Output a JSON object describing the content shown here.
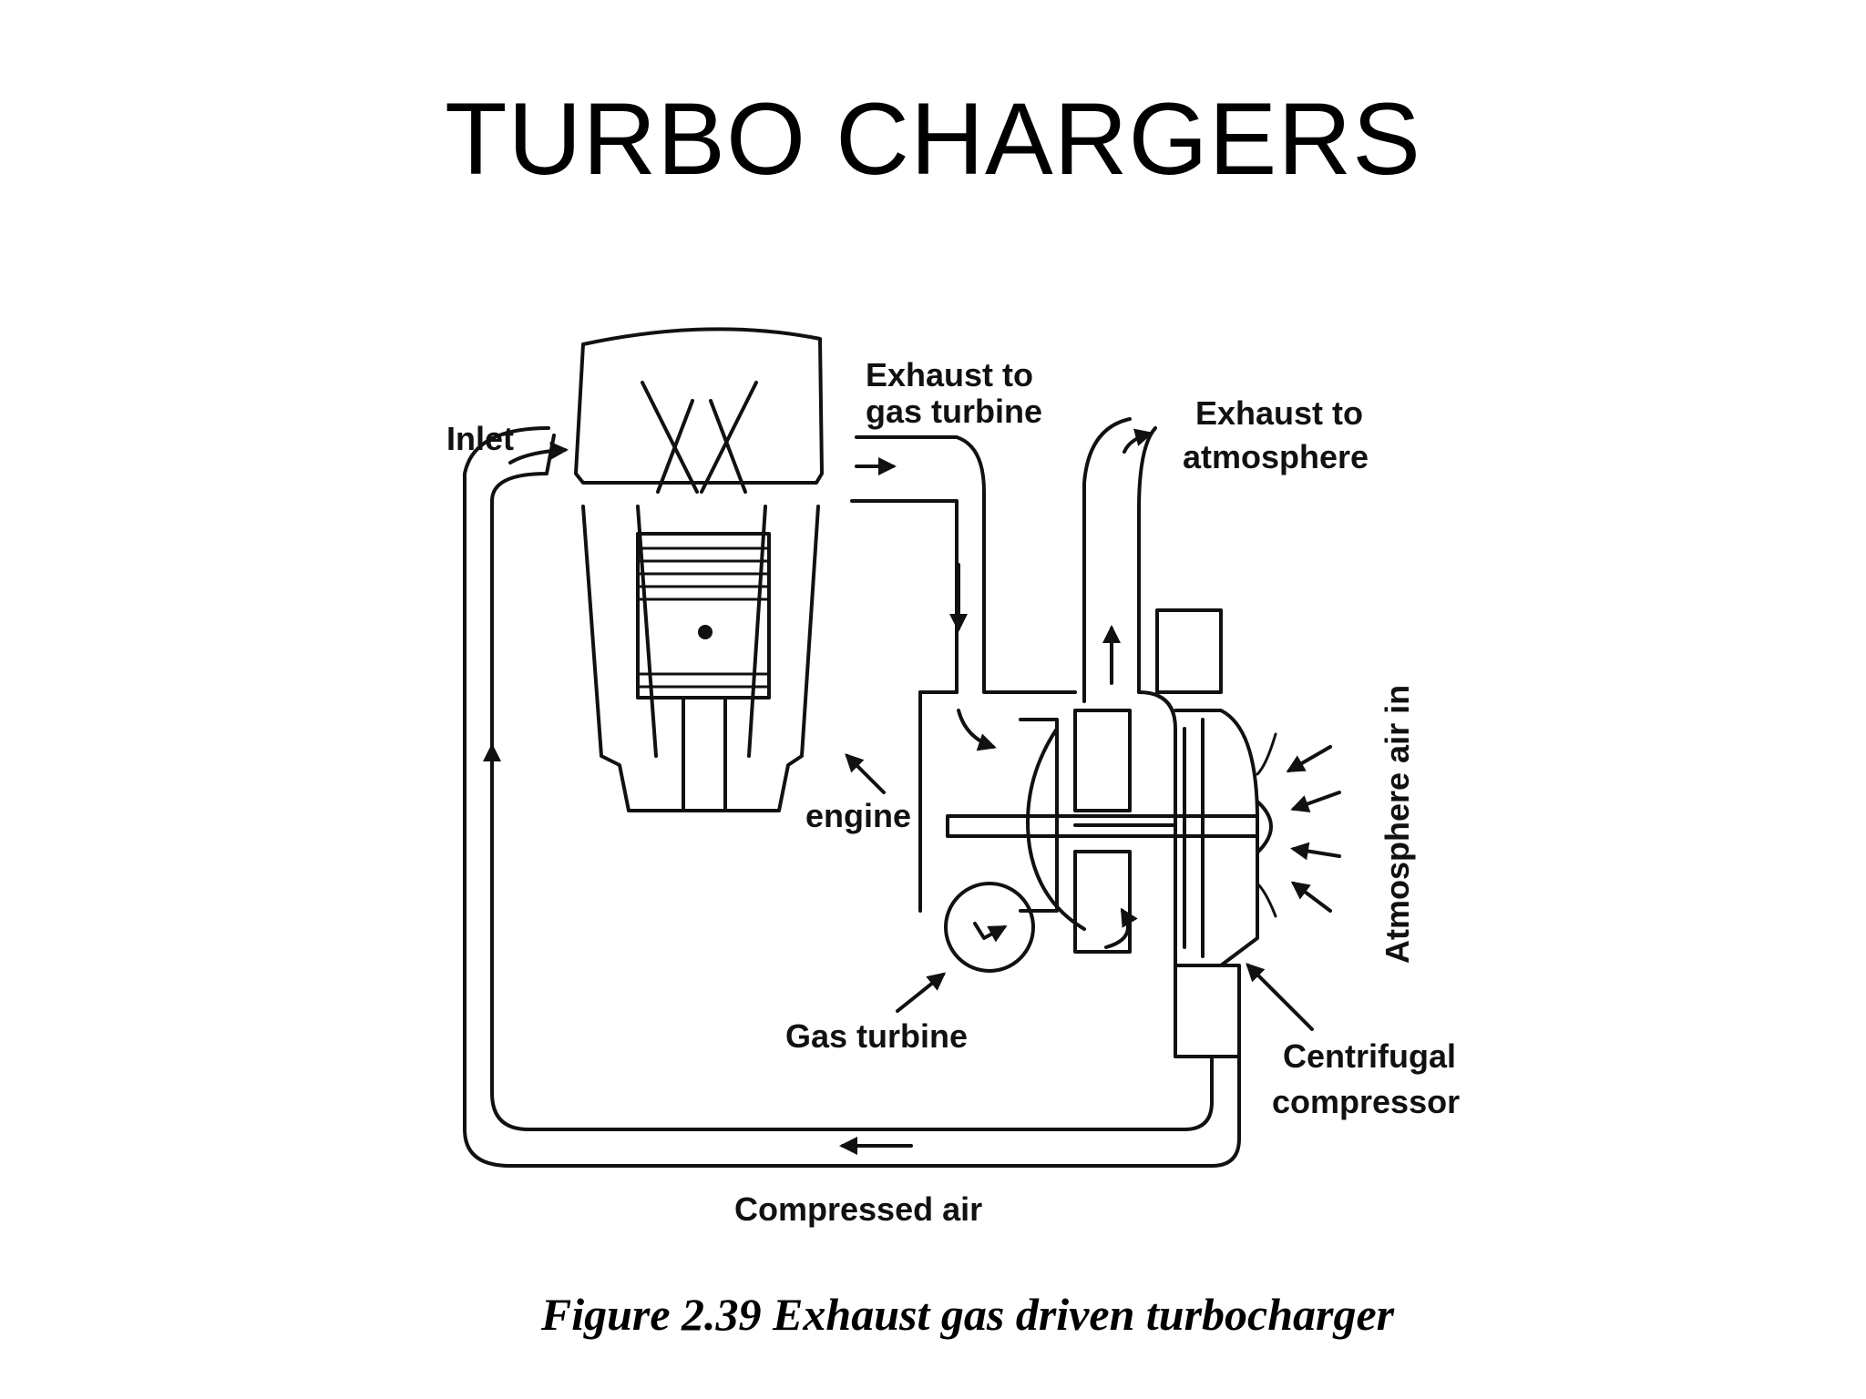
{
  "slide": {
    "title": "TURBO CHARGERS"
  },
  "diagram": {
    "labels": {
      "inlet": "Inlet",
      "exhaust_to_gas_turbine_line1": "Exhaust to",
      "exhaust_to_gas_turbine_line2": "gas turbine",
      "exhaust_to_atmosphere_line1": "Exhaust to",
      "exhaust_to_atmosphere_line2": "atmosphere",
      "atmosphere_air_in": "Atmosphere air in",
      "engine": "engine",
      "gas_turbine": "Gas turbine",
      "centrifugal_compressor_line1": "Centrifugal",
      "centrifugal_compressor_line2": "compressor",
      "compressed_air": "Compressed air"
    },
    "caption": "Figure 2.39 Exhaust gas driven turbocharger"
  }
}
